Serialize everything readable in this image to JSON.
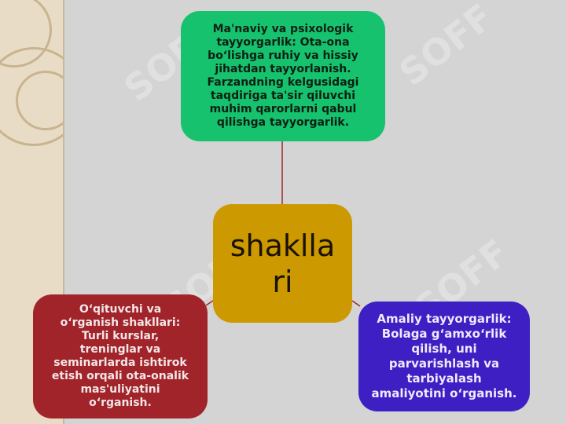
{
  "diagram": {
    "center": {
      "text": "shaklla ri"
    },
    "top": {
      "text": "Ma'naviy va psixologik tayyorgarlik: Ota-ona bo‘lishga ruhiy va hissiy jihatdan tayyorlanish. Farzandning kelgusidagi taqdiriga ta'sir qiluvchi muhim qarorlarni qabul qilishga tayyorgarlik."
    },
    "left": {
      "text": "O‘qituvchi va o‘rganish shakllari: Turli kurslar, treninglar va seminarlarda ishtirok etish orqali ota-onalik mas'uliyatini o‘rganish."
    },
    "right": {
      "text": "Amaliy tayyorgarlik: Bolaga g‘amxo‘rlik qilish, uni parvarishlash va tarbiyalash amaliyotini o‘rganish."
    }
  },
  "watermark": {
    "text": "SOFF"
  },
  "colors": {
    "top": "#16c26d",
    "center": "#cc9900",
    "left": "#a0242a",
    "right": "#3d1fc3",
    "connector": "#9e2a2b"
  }
}
